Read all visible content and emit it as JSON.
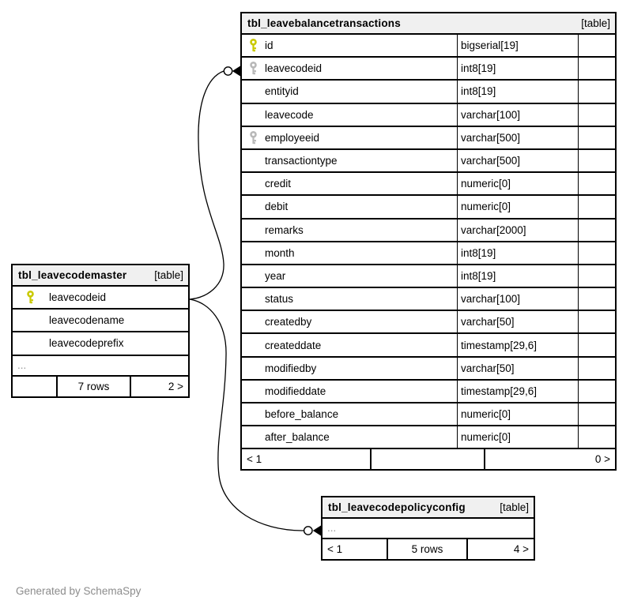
{
  "page": {
    "generated_note": "Generated by SchemaSpy"
  },
  "colors": {
    "background": "#ffffff",
    "table_header_bg": "#f0f0f0",
    "border": "#000000",
    "primary_key_icon": "#c9c900",
    "secondary_key_icon": "#b8b8b8",
    "ellipsis_text": "#999999",
    "generated_note_text": "#8c8c8c"
  },
  "tables": {
    "transactions": {
      "name": "tbl_leavebalancetransactions",
      "badge": "[table]",
      "columns": [
        {
          "name": "id",
          "type": "bigserial[19]",
          "key": "primary"
        },
        {
          "name": "leavecodeid",
          "type": "int8[19]",
          "key": "foreign"
        },
        {
          "name": "entityid",
          "type": "int8[19]",
          "key": "none"
        },
        {
          "name": "leavecode",
          "type": "varchar[100]",
          "key": "none"
        },
        {
          "name": "employeeid",
          "type": "varchar[500]",
          "key": "foreign"
        },
        {
          "name": "transactiontype",
          "type": "varchar[500]",
          "key": "none"
        },
        {
          "name": "credit",
          "type": "numeric[0]",
          "key": "none"
        },
        {
          "name": "debit",
          "type": "numeric[0]",
          "key": "none"
        },
        {
          "name": "remarks",
          "type": "varchar[2000]",
          "key": "none"
        },
        {
          "name": "month",
          "type": "int8[19]",
          "key": "none"
        },
        {
          "name": "year",
          "type": "int8[19]",
          "key": "none"
        },
        {
          "name": "status",
          "type": "varchar[100]",
          "key": "none"
        },
        {
          "name": "createdby",
          "type": "varchar[50]",
          "key": "none"
        },
        {
          "name": "createddate",
          "type": "timestamp[29,6]",
          "key": "none"
        },
        {
          "name": "modifiedby",
          "type": "varchar[50]",
          "key": "none"
        },
        {
          "name": "modifieddate",
          "type": "timestamp[29,6]",
          "key": "none"
        },
        {
          "name": "before_balance",
          "type": "numeric[0]",
          "key": "none"
        },
        {
          "name": "after_balance",
          "type": "numeric[0]",
          "key": "none"
        }
      ],
      "footer": {
        "left": "< 1",
        "center": "",
        "right": "0 >"
      }
    },
    "master": {
      "name": "tbl_leavecodemaster",
      "badge": "[table]",
      "columns": [
        {
          "name": "leavecodeid",
          "key": "primary"
        },
        {
          "name": "leavecodename",
          "key": "none"
        },
        {
          "name": "leavecodeprefix",
          "key": "none"
        }
      ],
      "ellipsis": "...",
      "footer": {
        "left": "",
        "center": "7 rows",
        "right": "2 >"
      }
    },
    "policy": {
      "name": "tbl_leavecodepolicyconfig",
      "badge": "[table]",
      "ellipsis": "...",
      "footer": {
        "left": "< 1",
        "center": "5 rows",
        "right": "4 >"
      }
    }
  },
  "relationships": [
    {
      "from": "tbl_leavecodemaster.leavecodeid",
      "to": "tbl_leavebalancetransactions.leavecodeid"
    },
    {
      "from": "tbl_leavecodemaster.leavecodeid",
      "to": "tbl_leavecodepolicyconfig"
    }
  ]
}
